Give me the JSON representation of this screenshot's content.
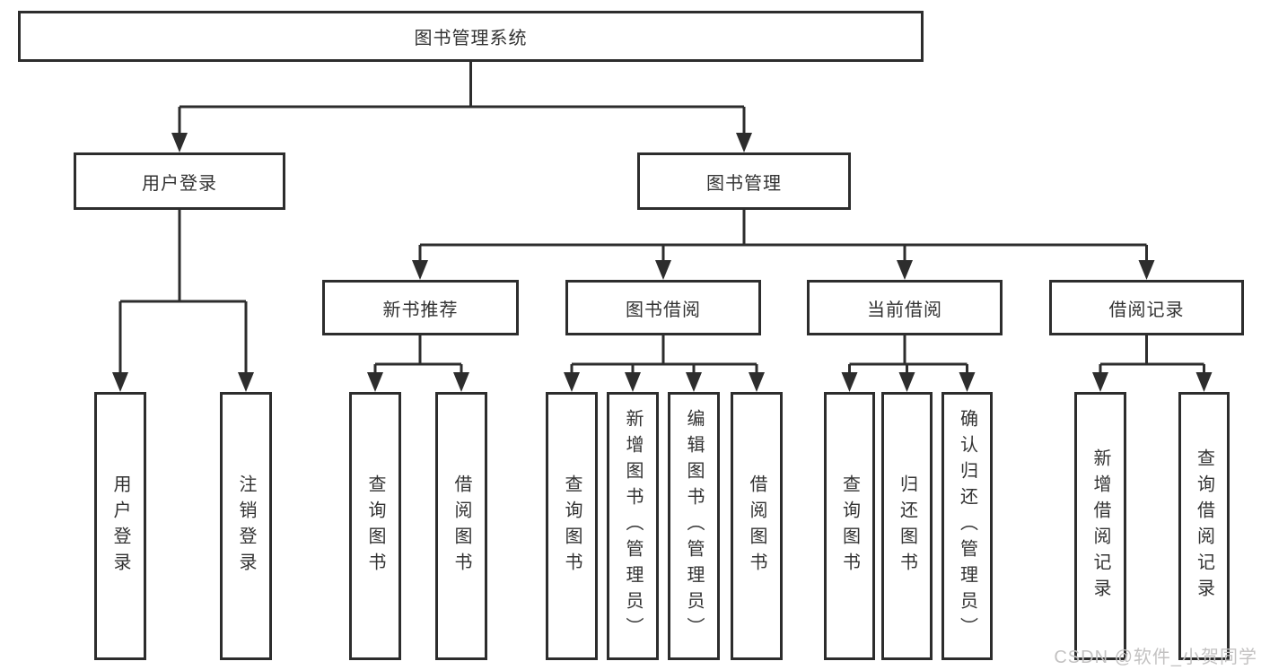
{
  "diagram": {
    "type": "hierarchy-tree",
    "root": {
      "label": "图书管理系统"
    },
    "children": [
      {
        "label": "用户登录",
        "children": [
          {
            "label": "用户登录"
          },
          {
            "label": "注销登录"
          }
        ]
      },
      {
        "label": "图书管理",
        "children": [
          {
            "label": "新书推荐",
            "children": [
              {
                "label": "查询图书"
              },
              {
                "label": "借阅图书"
              }
            ]
          },
          {
            "label": "图书借阅",
            "children": [
              {
                "label": "查询图书"
              },
              {
                "label": "新增图书（管理员）"
              },
              {
                "label": "编辑图书（管理员）"
              },
              {
                "label": "借阅图书"
              }
            ]
          },
          {
            "label": "当前借阅",
            "children": [
              {
                "label": "查询图书"
              },
              {
                "label": "归还图书"
              },
              {
                "label": "确认归还（管理员）"
              }
            ]
          },
          {
            "label": "借阅记录",
            "children": [
              {
                "label": "新增借阅记录"
              },
              {
                "label": "查询借阅记录"
              }
            ]
          }
        ]
      }
    ]
  },
  "watermark": {
    "text": "CSDN @软件_小贺同学"
  },
  "colors": {
    "line": "#2d2d2d",
    "text": "#333333",
    "box_background": "#ffffff",
    "watermark": "#c3c2c2"
  }
}
